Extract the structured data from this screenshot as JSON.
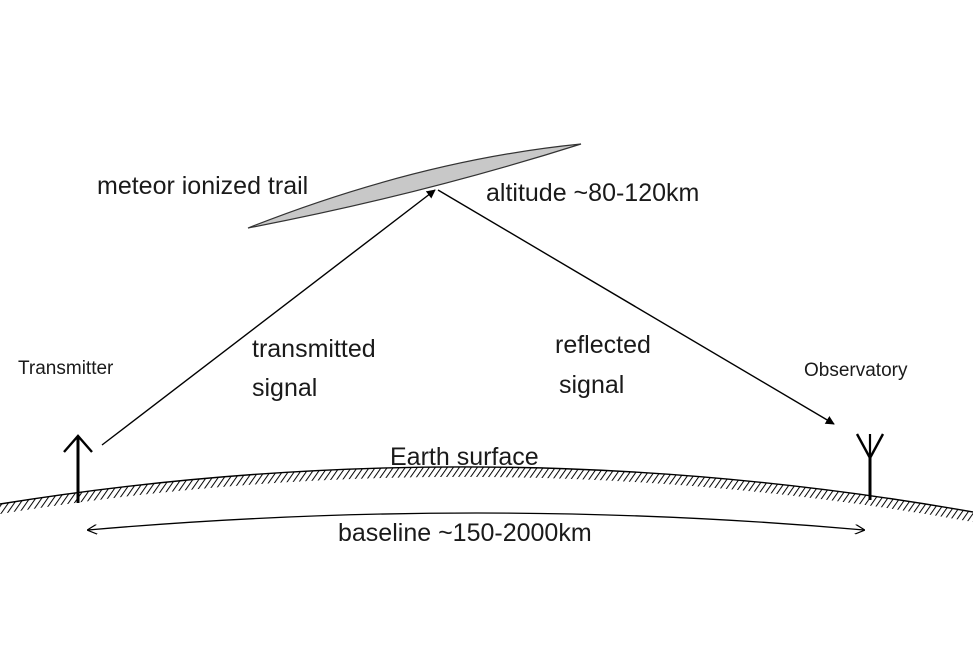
{
  "labels": {
    "trail": "meteor ionized trail",
    "altitude": "altitude ~80-120km",
    "transmitted_line1": "transmitted",
    "transmitted_line2": "signal",
    "reflected_line1": "reflected",
    "reflected_line2": "signal",
    "transmitter": "Transmitter",
    "observatory": "Observatory",
    "earth": "Earth surface",
    "baseline": "baseline ~150-2000km"
  }
}
